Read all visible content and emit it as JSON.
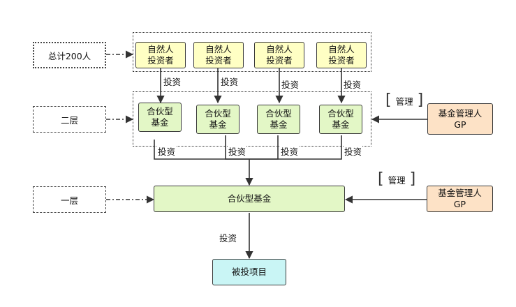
{
  "layers": {
    "top": "总计200人",
    "second": "二层",
    "first": "一层"
  },
  "investors": [
    {
      "line1": "自然人",
      "line2": "投资者"
    },
    {
      "line1": "自然人",
      "line2": "投资者"
    },
    {
      "line1": "自然人",
      "line2": "投资者"
    },
    {
      "line1": "自然人",
      "line2": "投资者"
    }
  ],
  "funds": [
    {
      "line1": "合伙型",
      "line2": "基金"
    },
    {
      "line1": "合伙型",
      "line2": "基金"
    },
    {
      "line1": "合伙型",
      "line2": "基金"
    },
    {
      "line1": "合伙型",
      "line2": "基金"
    }
  ],
  "gp_upper": {
    "line1": "基金管理人",
    "line2": "GP"
  },
  "gp_lower": {
    "line1": "基金管理人",
    "line2": "GP"
  },
  "main_fund": "合伙型基金",
  "project": "被投项目",
  "labels": {
    "invest": "投资",
    "manage": "管理"
  }
}
